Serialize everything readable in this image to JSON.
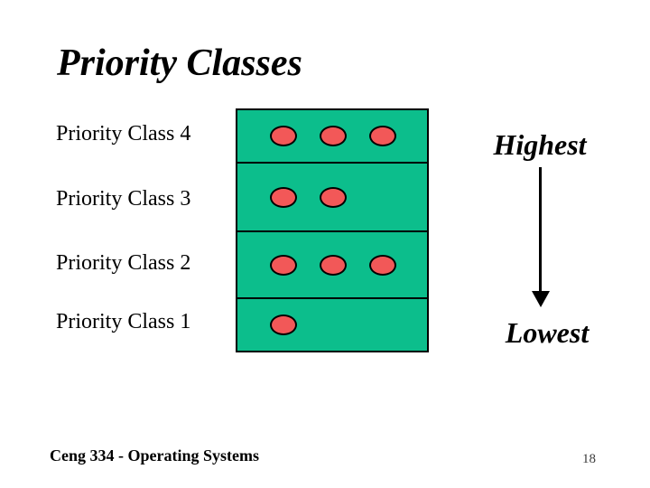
{
  "slide": {
    "title": "Priority Classes",
    "footer": "Ceng 334 - Operating Systems",
    "page_number": "18"
  },
  "diagram": {
    "rows": [
      {
        "label": "Priority Class 4",
        "processes": 3
      },
      {
        "label": "Priority Class 3",
        "processes": 2
      },
      {
        "label": "Priority Class 2",
        "processes": 3
      },
      {
        "label": "Priority Class 1",
        "processes": 1
      }
    ],
    "priority_scale": {
      "top_label": "Highest",
      "bottom_label": "Lowest"
    },
    "colors": {
      "queue_fill": "#0cbe8c",
      "process_fill": "#f25858",
      "outline": "#000000"
    }
  }
}
